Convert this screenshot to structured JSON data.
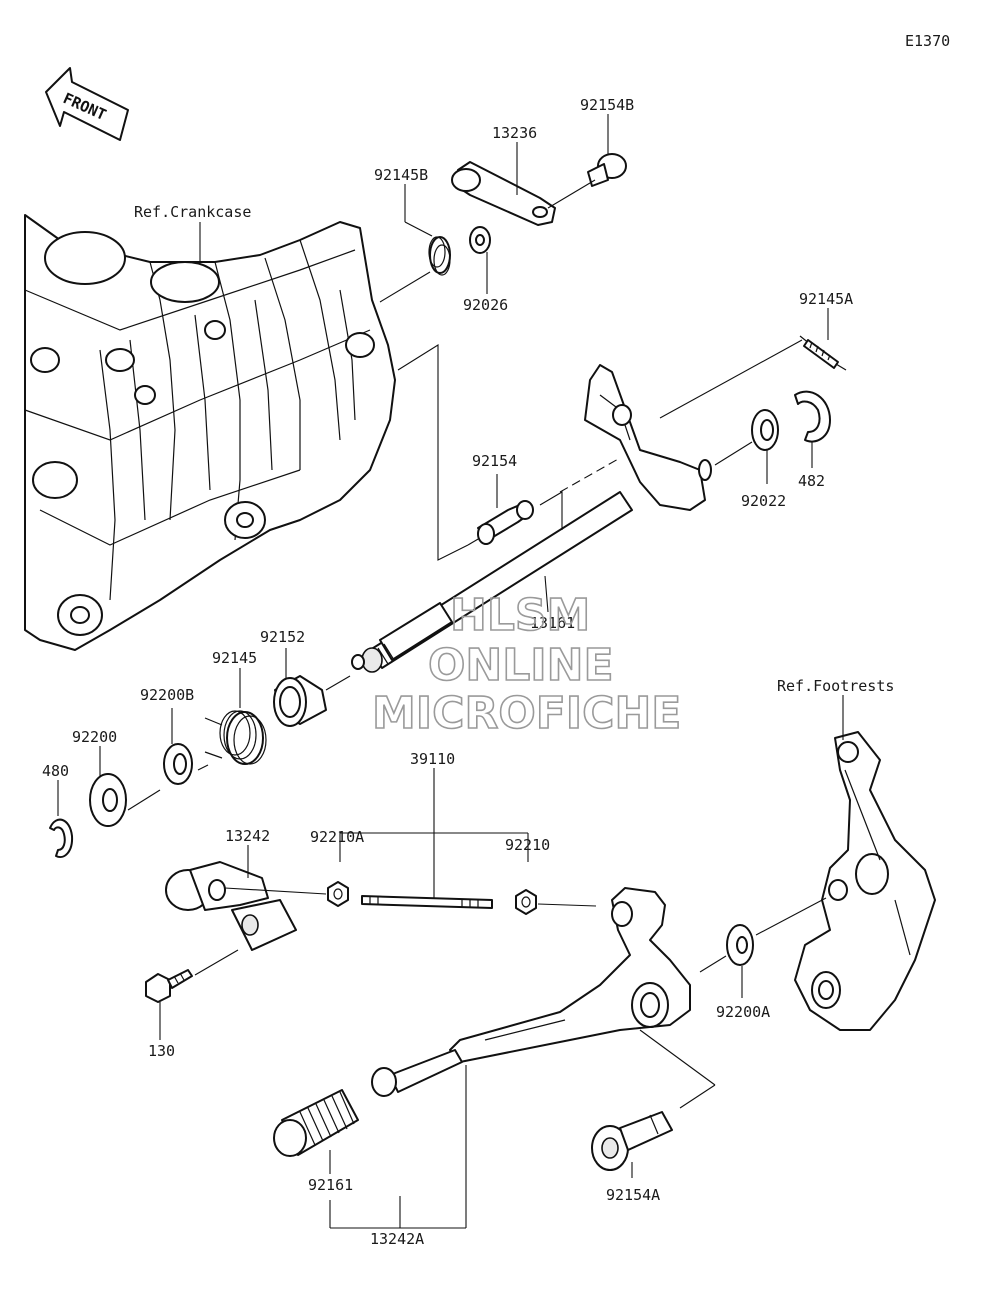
{
  "diagram_id": "E1370",
  "front_label": "FRONT",
  "refs": {
    "crankcase": "Ref.Crankcase",
    "footrests": "Ref.Footrests"
  },
  "parts": {
    "p92154B": "92154B",
    "p13236": "13236",
    "p92145B": "92145B",
    "p92026": "92026",
    "p92145A": "92145A",
    "p92022": "92022",
    "p482": "482",
    "p92154": "92154",
    "p13161": "13161",
    "p92152": "92152",
    "p92145": "92145",
    "p92200B": "92200B",
    "p92200": "92200",
    "p480": "480",
    "p39110": "39110",
    "p13242": "13242",
    "p92210A": "92210A",
    "p92210": "92210",
    "p130": "130",
    "p92200A": "92200A",
    "p92161": "92161",
    "p92154A": "92154A",
    "p13242A": "13242A"
  },
  "watermark": {
    "line1": "HLSM",
    "line2": "ONLINE",
    "line3": "MICROFICHE"
  }
}
